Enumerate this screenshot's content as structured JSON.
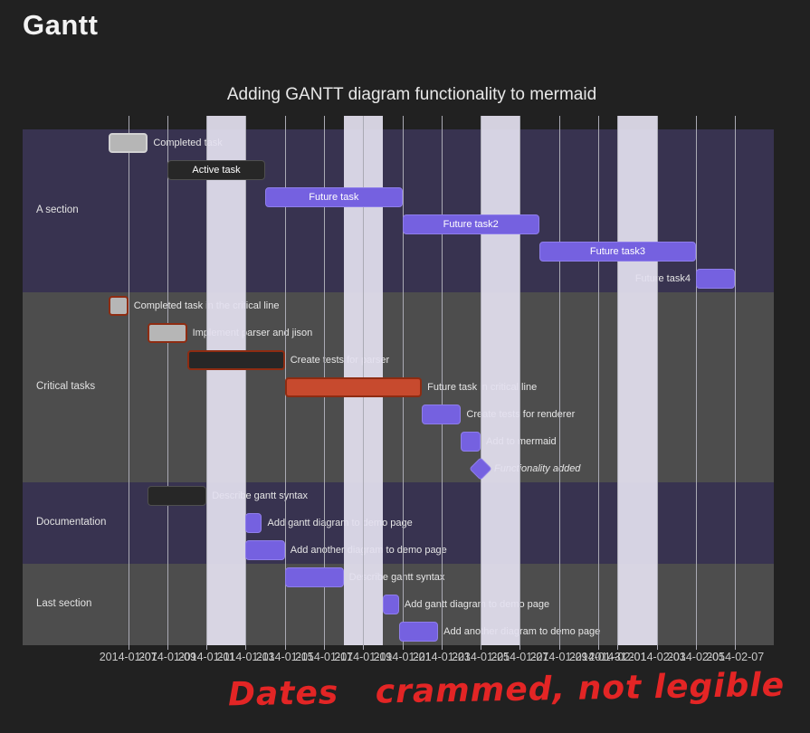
{
  "page": {
    "heading": "Gantt",
    "background_color": "#212121",
    "annotation": {
      "text": "Dates   crammed, not legible",
      "color": "#e32525"
    }
  },
  "chart_data": {
    "type": "gantt",
    "title": "Adding GANTT diagram functionality to mermaid",
    "date_format": "YYYY-MM-DD",
    "axis_start": "2014-01-07",
    "axis_end": "2014-02-07",
    "axis_ticks": [
      "2014-01-07",
      "2014-01-09",
      "2014-01-11",
      "2014-01-13",
      "2014-01-15",
      "2014-01-17",
      "2014-01-19",
      "2014-01-21",
      "2014-01-23",
      "2014-01-25",
      "2014-01-27",
      "2014-01-29",
      "2014-01-31",
      "2014-02-01",
      "2014-02-03",
      "2014-02-05",
      "2014-02-07"
    ],
    "excluded_ranges": [
      [
        "2014-01-11",
        "2014-01-13"
      ],
      [
        "2014-01-18",
        "2014-01-20"
      ],
      [
        "2014-01-25",
        "2014-01-27"
      ],
      [
        "2014-02-01",
        "2014-02-03"
      ]
    ],
    "sections": [
      {
        "name": "A section",
        "tasks": [
          {
            "label": "Completed task",
            "type": "done",
            "start": "2014-01-06",
            "end": "2014-01-08",
            "label_position": "right"
          },
          {
            "label": "Active task",
            "type": "active",
            "start": "2014-01-09",
            "end": "2014-01-14",
            "label_position": "inside"
          },
          {
            "label": "Future task",
            "type": "task",
            "start": "2014-01-14",
            "end": "2014-01-21",
            "label_position": "inside"
          },
          {
            "label": "Future task2",
            "type": "task",
            "start": "2014-01-21",
            "end": "2014-01-28",
            "label_position": "inside"
          },
          {
            "label": "Future task3",
            "type": "task",
            "start": "2014-01-28",
            "end": "2014-02-05",
            "label_position": "inside"
          },
          {
            "label": "Future task4",
            "type": "task",
            "start": "2014-02-05",
            "end": "2014-02-07",
            "label_position": "left"
          }
        ]
      },
      {
        "name": "Critical tasks",
        "tasks": [
          {
            "label": "Completed task in the critical line",
            "type": "crit-done",
            "start": "2014-01-06",
            "end": "2014-01-07",
            "label_position": "right"
          },
          {
            "label": "Implement parser and jison",
            "type": "crit-done",
            "start": "2014-01-08",
            "end": "2014-01-10",
            "label_position": "right"
          },
          {
            "label": "Create tests for parser",
            "type": "crit-active",
            "start": "2014-01-10",
            "end": "2014-01-15",
            "label_position": "right"
          },
          {
            "label": "Future task in critical line",
            "type": "crit",
            "start": "2014-01-15",
            "end": "2014-01-22",
            "label_position": "right"
          },
          {
            "label": "Create tests for renderer",
            "type": "task",
            "start": "2014-01-22",
            "end": "2014-01-24",
            "label_position": "right"
          },
          {
            "label": "Add to mermaid",
            "type": "task",
            "start": "2014-01-24",
            "end": "2014-01-25",
            "label_position": "right"
          },
          {
            "label": "Functionality added",
            "type": "milestone",
            "start": "2014-01-25",
            "end": "2014-01-25",
            "label_position": "right"
          }
        ]
      },
      {
        "name": "Documentation",
        "tasks": [
          {
            "label": "Describe gantt syntax",
            "type": "active",
            "start": "2014-01-08",
            "end": "2014-01-11",
            "label_position": "right"
          },
          {
            "label": "Add gantt diagram to demo page",
            "type": "task",
            "start": "2014-01-13",
            "end": "2014-01-13T20:00",
            "label_position": "right"
          },
          {
            "label": "Add another diagram to demo page",
            "type": "task",
            "start": "2014-01-13",
            "end": "2014-01-15",
            "label_position": "right"
          }
        ]
      },
      {
        "name": "Last section",
        "tasks": [
          {
            "label": "Describe gantt syntax",
            "type": "task",
            "start": "2014-01-15",
            "end": "2014-01-18",
            "label_position": "right"
          },
          {
            "label": "Add gantt diagram to demo page",
            "type": "task",
            "start": "2014-01-20",
            "end": "2014-01-20T20:00",
            "label_position": "right"
          },
          {
            "label": "Add another diagram to demo page",
            "type": "task",
            "start": "2014-01-20T20:00",
            "end": "2014-01-22T20:00",
            "label_position": "right"
          }
        ]
      }
    ],
    "colors": {
      "task_fill": "#7561e0",
      "task_border": "#8f7eea",
      "active_fill": "#272727",
      "active_border": "#4f4f4f",
      "done_fill": "#b6b6b6",
      "done_border": "#d2d2d2",
      "crit_fill": "#c74a2e",
      "crit_border": "#8e2c12",
      "section_purple": "rgba(135,112,238,0.23)",
      "section_gray": "rgba(255,255,255,0.20)",
      "exclude": "rgba(228,225,240,0.92)",
      "grid": "#aaaab4"
    }
  }
}
